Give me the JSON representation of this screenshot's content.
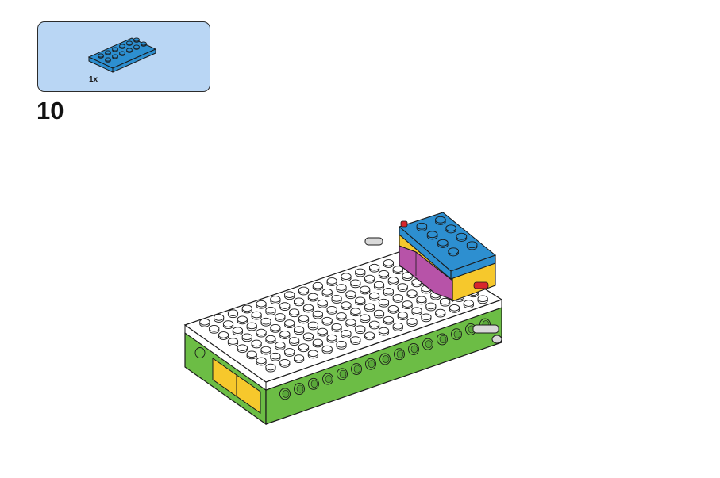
{
  "parts_panel": {
    "quantity": "1x",
    "part": {
      "name": "plate 2x6",
      "color": "#2d8fd0",
      "rows": 2,
      "cols": 6
    }
  },
  "step": {
    "number": "10"
  },
  "model": {
    "colors": {
      "white": "#ffffff",
      "outline": "#1a1a1a",
      "green": "#6cbd45",
      "blue": "#2d8fd0",
      "yellow": "#f6c82c",
      "purple": "#b753a8",
      "red": "#d8262c",
      "axle": "#d9d9d9"
    },
    "base_plate": {
      "rows": 8,
      "cols": 16
    },
    "green_side_holes": 15
  }
}
